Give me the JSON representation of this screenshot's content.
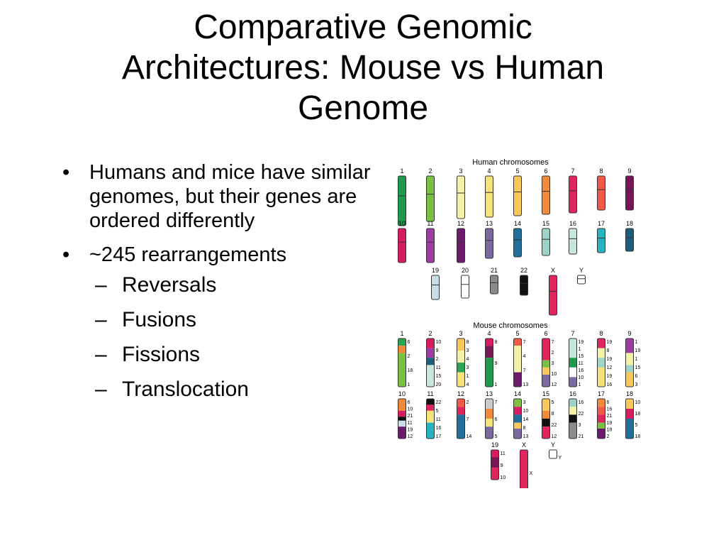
{
  "slide": {
    "title_lines": [
      "Comparative Genomic",
      "Architectures: Mouse vs Human",
      "Genome"
    ],
    "bullets": [
      {
        "text": "Humans and mice have similar genomes, but their genes are ordered differently"
      },
      {
        "text": "~245 rearrangements",
        "subitems": [
          "Reversals",
          "Fusions",
          "Fissions",
          "Translocation"
        ]
      }
    ]
  },
  "figure": {
    "human_title": "Human chromosomes",
    "mouse_title": "Mouse chromosomes",
    "human": [
      {
        "label": "1",
        "color": "#1f9a4d",
        "h": 70
      },
      {
        "label": "2",
        "color": "#7ac143",
        "h": 64
      },
      {
        "label": "3",
        "color": "#f4f1a8",
        "h": 60
      },
      {
        "label": "4",
        "color": "#f7e27a",
        "h": 58
      },
      {
        "label": "5",
        "color": "#f9c85a",
        "h": 56
      },
      {
        "label": "6",
        "color": "#f28a3c",
        "h": 54
      },
      {
        "label": "7",
        "color": "#e0245e",
        "h": 52
      },
      {
        "label": "8",
        "color": "#f05a4a",
        "h": 48
      },
      {
        "label": "9",
        "color": "#7a1557",
        "h": 48
      },
      {
        "label": "10",
        "color": "#d81b60",
        "h": 48
      },
      {
        "label": "11",
        "color": "#9c3ea0",
        "h": 48
      },
      {
        "label": "12",
        "color": "#6a1b6e",
        "h": 48
      },
      {
        "label": "13",
        "color": "#7b6aa0",
        "h": 42
      },
      {
        "label": "14",
        "color": "#1f6f9a",
        "h": 40
      },
      {
        "label": "15",
        "color": "#9fd3c7",
        "h": 38
      },
      {
        "label": "16",
        "color": "#c8e6dc",
        "h": 36
      },
      {
        "label": "17",
        "color": "#26b3c0",
        "h": 34
      },
      {
        "label": "18",
        "color": "#1b5e7a",
        "h": 32
      },
      {
        "label": "19",
        "color": "#c9dde6",
        "h": 34
      },
      {
        "label": "20",
        "color": "#ffffff",
        "h": 32
      },
      {
        "label": "21",
        "color": "#8a8a8a",
        "h": 26
      },
      {
        "label": "22",
        "color": "#111111",
        "h": 28
      },
      {
        "label": "X",
        "color": "#e0245e",
        "h": 56
      },
      {
        "label": "Y",
        "color": "#ffffff",
        "h": 12
      }
    ],
    "mouse": [
      {
        "label": "1",
        "bands": [
          [
            "#2aa352",
            0.15
          ],
          [
            "#f28a3c",
            0.15
          ],
          [
            "#7ac143",
            0.7
          ]
        ],
        "annot": [
          "6",
          "2",
          "18",
          "1"
        ]
      },
      {
        "label": "2",
        "bands": [
          [
            "#d81b60",
            0.2
          ],
          [
            "#9c3ea0",
            0.2
          ],
          [
            "#1b5e7a",
            0.15
          ],
          [
            "#c8e6dc",
            0.45
          ]
        ],
        "annot": [
          "10",
          "9",
          "2",
          "11",
          "15",
          "20"
        ]
      },
      {
        "label": "3",
        "bands": [
          [
            "#f9c85a",
            0.25
          ],
          [
            "#f4f1a8",
            0.25
          ],
          [
            "#2aa352",
            0.2
          ],
          [
            "#f7e27a",
            0.3
          ]
        ],
        "annot": [
          "8",
          "3",
          "4",
          "3",
          "1",
          "4"
        ]
      },
      {
        "label": "4",
        "bands": [
          [
            "#d81b60",
            0.15
          ],
          [
            "#7a1557",
            0.25
          ],
          [
            "#1f9a4d",
            0.6
          ]
        ],
        "annot": [
          "8",
          "9",
          "1"
        ]
      },
      {
        "label": "5",
        "bands": [
          [
            "#f05a4a",
            0.15
          ],
          [
            "#f4f1a8",
            0.55
          ],
          [
            "#6a1b6e",
            0.3
          ]
        ],
        "annot": [
          "7",
          "4",
          "7",
          "13"
        ]
      },
      {
        "label": "6",
        "bands": [
          [
            "#e0245e",
            0.45
          ],
          [
            "#7ac143",
            0.15
          ],
          [
            "#f9c85a",
            0.15
          ],
          [
            "#7b6aa0",
            0.25
          ]
        ],
        "annot": [
          "7",
          "2",
          "3",
          "10",
          "12"
        ]
      },
      {
        "label": "7",
        "bands": [
          [
            "#c8e6dc",
            0.4
          ],
          [
            "#1f9a4d",
            0.2
          ],
          [
            "#ffffff",
            0.2
          ],
          [
            "#7b6aa0",
            0.2
          ]
        ],
        "annot": [
          "19",
          "1",
          "15",
          "11",
          "16",
          "10",
          "1"
        ]
      },
      {
        "label": "8",
        "bands": [
          [
            "#e0245e",
            0.2
          ],
          [
            "#f4f1a8",
            0.2
          ],
          [
            "#9fd3c7",
            0.2
          ],
          [
            "#f7e27a",
            0.4
          ]
        ],
        "annot": [
          "19",
          "8",
          "19",
          "12",
          "19",
          "16"
        ]
      },
      {
        "label": "9",
        "bands": [
          [
            "#9c3ea0",
            0.3
          ],
          [
            "#f4f1a8",
            0.25
          ],
          [
            "#9fd3c7",
            0.15
          ],
          [
            "#f9c85a",
            0.3
          ]
        ],
        "annot": [
          "1",
          "19",
          "1",
          "15",
          "6",
          "3"
        ]
      },
      {
        "label": "10",
        "bands": [
          [
            "#f28a3c",
            0.3
          ],
          [
            "#d81b60",
            0.15
          ],
          [
            "#111111",
            0.1
          ],
          [
            "#c9dde6",
            0.15
          ],
          [
            "#6a1b6e",
            0.3
          ]
        ],
        "annot": [
          "6",
          "10",
          "21",
          "11",
          "19",
          "12"
        ]
      },
      {
        "label": "11",
        "bands": [
          [
            "#111111",
            0.15
          ],
          [
            "#e0245e",
            0.15
          ],
          [
            "#f7e27a",
            0.3
          ],
          [
            "#26b3c0",
            0.4
          ]
        ],
        "annot": [
          "22",
          "5",
          "11",
          "16",
          "17"
        ]
      },
      {
        "label": "12",
        "bands": [
          [
            "#f05a4a",
            0.2
          ],
          [
            "#e0245e",
            0.2
          ],
          [
            "#1f6f9a",
            0.6
          ]
        ],
        "annot": [
          "2",
          "7",
          "14"
        ]
      },
      {
        "label": "13",
        "bands": [
          [
            "#cccccc",
            0.25
          ],
          [
            "#f28a3c",
            0.25
          ],
          [
            "#f7e27a",
            0.2
          ],
          [
            "#7b6aa0",
            0.3
          ]
        ],
        "annot": [
          "7",
          "6",
          "5"
        ]
      },
      {
        "label": "14",
        "bands": [
          [
            "#7ac143",
            0.2
          ],
          [
            "#d81b60",
            0.2
          ],
          [
            "#1f6f9a",
            0.2
          ],
          [
            "#f9c85a",
            0.15
          ],
          [
            "#7b6aa0",
            0.25
          ]
        ],
        "annot": [
          "3",
          "10",
          "14",
          "8",
          "13"
        ]
      },
      {
        "label": "15",
        "bands": [
          [
            "#f9c85a",
            0.3
          ],
          [
            "#f28a3c",
            0.2
          ],
          [
            "#111111",
            0.2
          ],
          [
            "#e0245e",
            0.3
          ]
        ],
        "annot": [
          "5",
          "8",
          "22",
          "12"
        ]
      },
      {
        "label": "16",
        "bands": [
          [
            "#9fd3c7",
            0.2
          ],
          [
            "#f4f1a8",
            0.2
          ],
          [
            "#111111",
            0.2
          ],
          [
            "#8a8a8a",
            0.4
          ]
        ],
        "annot": [
          "16",
          "22",
          "3",
          "21"
        ]
      },
      {
        "label": "17",
        "bands": [
          [
            "#f28a3c",
            0.2
          ],
          [
            "#f05a4a",
            0.2
          ],
          [
            "#e0245e",
            0.2
          ],
          [
            "#7ac143",
            0.15
          ],
          [
            "#6a1b6e",
            0.25
          ]
        ],
        "annot": [
          "6",
          "16",
          "21",
          "19",
          "18",
          "2"
        ]
      },
      {
        "label": "18",
        "bands": [
          [
            "#f9c85a",
            0.25
          ],
          [
            "#d81b60",
            0.25
          ],
          [
            "#1f6f9a",
            0.5
          ]
        ],
        "annot": [
          "10",
          "18",
          "5",
          "18"
        ]
      },
      {
        "label": "19",
        "bands": [
          [
            "#d81b60",
            0.25
          ],
          [
            "#7a1557",
            0.35
          ],
          [
            "#e0245e",
            0.4
          ]
        ],
        "annot": [
          "11",
          "9",
          "10"
        ]
      },
      {
        "label": "X",
        "bands": [
          [
            "#e0245e",
            1
          ]
        ],
        "annot": [
          "X"
        ]
      },
      {
        "label": "Y",
        "bands": [
          [
            "#ffffff",
            1
          ]
        ],
        "annot": [
          "Y"
        ]
      }
    ]
  }
}
